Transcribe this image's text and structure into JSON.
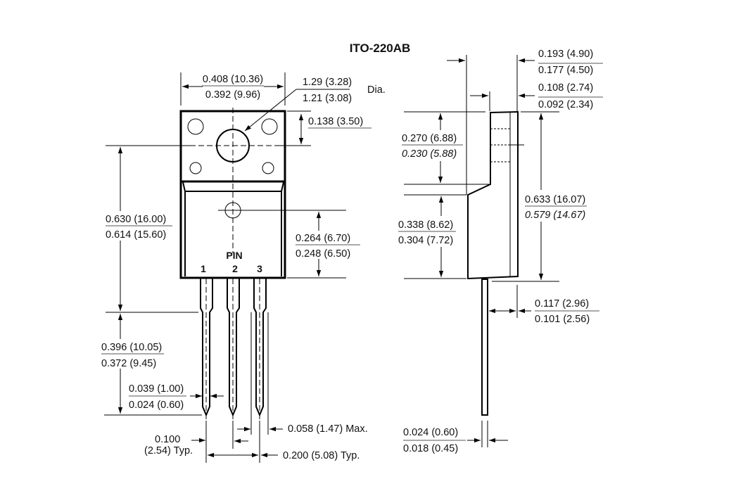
{
  "title": "ITO-220AB",
  "front": {
    "width_max": "0.408 (10.36)",
    "width_min": "0.392 (9.96)",
    "hole_max": "1.29 (3.28)",
    "hole_min": "1.21 (3.08)",
    "hole_suffix": "Dia.",
    "hole_offset": "0.138 (3.50)",
    "height_max": "0.630 (16.00)",
    "height_min": "0.614 (15.60)",
    "body_max": "0.264 (6.70)",
    "body_min": "0.248 (6.50)",
    "pin_label": "PIN",
    "pins": [
      "1",
      "2",
      "3"
    ],
    "lead_len_max": "0.396 (10.05)",
    "lead_len_min": "0.372 (9.45)",
    "lead_w_max": "0.039 (1.00)",
    "lead_w_min": "0.024 (0.60)",
    "pitch_a": "0.100",
    "pitch_b": "(2.54) Typ.",
    "shoulder": "0.058 (1.47) Max.",
    "span": "0.200 (5.08) Typ."
  },
  "side": {
    "thick_max": "0.193 (4.90)",
    "thick_min": "0.177 (4.50)",
    "tab_max": "0.108 (2.74)",
    "tab_min": "0.092 (2.34)",
    "upper_max": "0.270 (6.88)",
    "upper_min": "0.230 (5.88)",
    "lower_max": "0.338 (8.62)",
    "lower_min": "0.304 (7.72)",
    "total_max": "0.633 (16.07)",
    "total_min": "0.579 (14.67)",
    "lead_off_max": "0.117 (2.96)",
    "lead_off_min": "0.101 (2.56)",
    "lead_t_max": "0.024 (0.60)",
    "lead_t_min": "0.018 (0.45)"
  }
}
